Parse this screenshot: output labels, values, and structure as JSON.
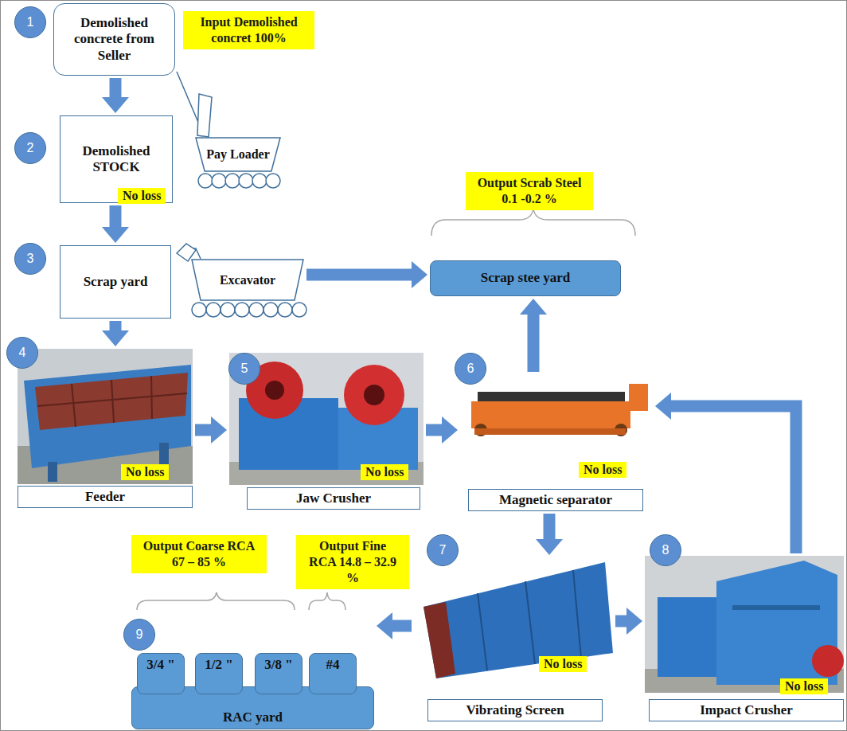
{
  "diagram": {
    "nodes": [
      {
        "text": [
          "Demolished concrete from Seller"
        ]
      },
      {
        "text": [
          "Demolished STOCK"
        ]
      },
      {
        "text": [
          "Pay Loader"
        ]
      },
      {
        "text": [
          "Scrap yard"
        ]
      },
      {
        "text": [
          "Excavator"
        ]
      },
      {
        "text": [
          "Scrap stee yard"
        ]
      },
      {
        "text": [
          "Feeder"
        ]
      },
      {
        "text": [
          "Jaw Crusher"
        ]
      },
      {
        "text": [
          "Magnetic separator"
        ]
      },
      {
        "text": [
          "Vibrating Screen"
        ]
      },
      {
        "text": [
          "Impact Crusher"
        ]
      },
      {
        "text": [
          "RAC yard"
        ]
      },
      {
        "text": [
          "3/4 \""
        ],
        "in": 11
      },
      {
        "text": [
          "1/2 \""
        ],
        "in": 11
      },
      {
        "text": [
          "3/8 \""
        ],
        "in": 11
      },
      {
        "text": [
          "#4"
        ],
        "in": 11
      }
    ],
    "edges": [
      {
        "from": 0,
        "to": 1,
        "arrow": "to"
      },
      {
        "from": 1,
        "to": 3,
        "arrow": "to"
      },
      {
        "from": 4,
        "to": 5,
        "arrow": "to"
      },
      {
        "from": 3,
        "to": 6,
        "arrow": "to"
      },
      {
        "from": 6,
        "to": 7,
        "arrow": "to"
      },
      {
        "from": 7,
        "to": 8,
        "arrow": "to"
      },
      {
        "from": 8,
        "to": 5,
        "arrow": "to"
      },
      {
        "from": 8,
        "to": 9,
        "arrow": "to"
      },
      {
        "from": 9,
        "to": 10,
        "arrow": "to"
      },
      {
        "from": 10,
        "to": 8,
        "arrow": "to"
      },
      {
        "from": 9,
        "to": 11,
        "arrow": "to"
      }
    ],
    "labels": [
      "1",
      "Input Demolished concret 100%",
      "2",
      "No loss",
      "Output Scrab Steel 0.1 -0.2 %",
      "3",
      "4",
      "5",
      "6",
      "No loss",
      "No loss",
      "No loss",
      "Output Coarse RCA 67 – 85 %",
      "Output Fine RCA 14.8 – 32.9 %",
      "7",
      "8",
      "9",
      "No loss",
      "No loss"
    ]
  }
}
